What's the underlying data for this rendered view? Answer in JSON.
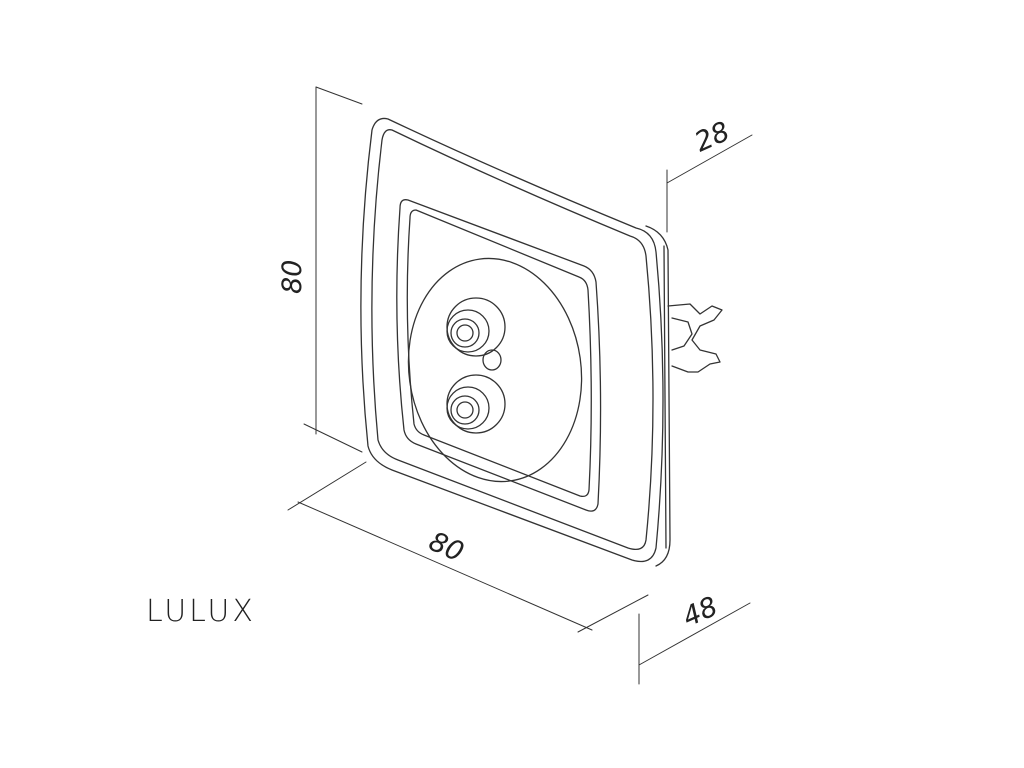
{
  "brand": "LULUX",
  "dimensions": {
    "height": "80",
    "width": "80",
    "depth_frame": "28",
    "depth_total": "48"
  },
  "colors": {
    "line": "#333333",
    "background": "#ffffff",
    "text": "#222222"
  }
}
